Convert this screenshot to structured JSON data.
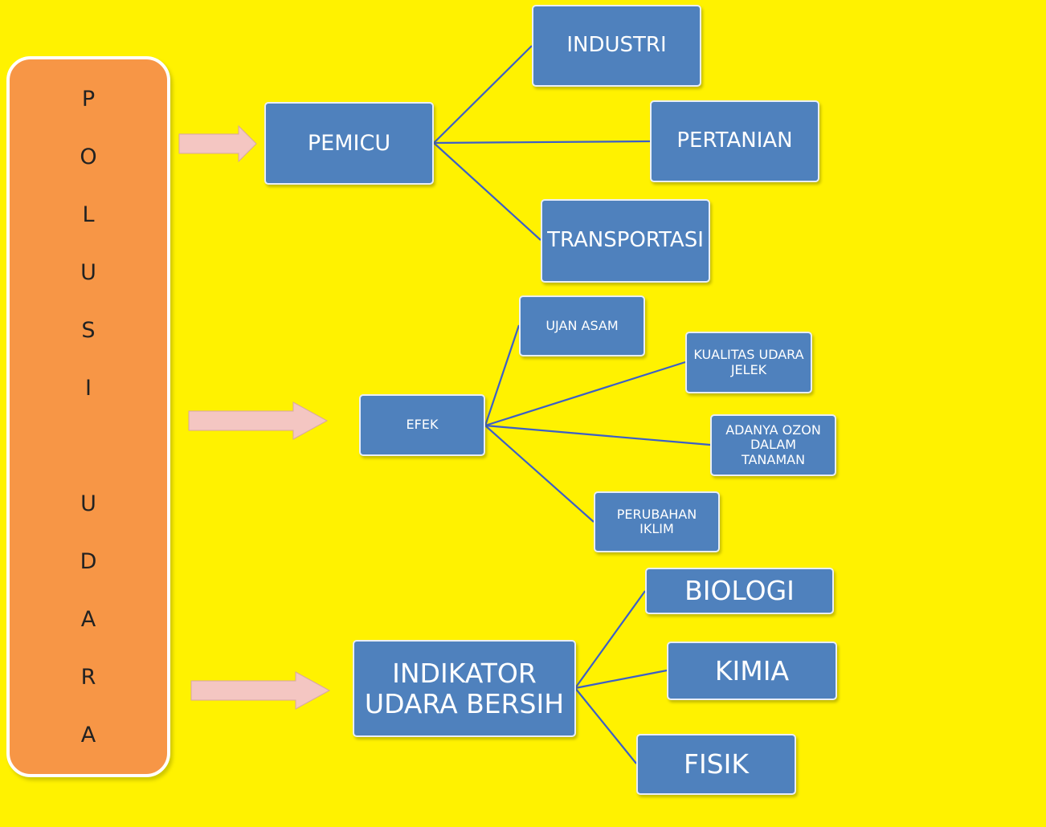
{
  "colors": {
    "background": "#FFF200",
    "side_panel": "#F79646",
    "node_fill": "#4F81BD",
    "connector": "#3C5FC7",
    "arrow_fill": "#F4C6C2"
  },
  "side_panel": {
    "letters": [
      "P",
      "O",
      "L",
      "U",
      "S",
      "I",
      "",
      "U",
      "D",
      "A",
      "R",
      "A"
    ]
  },
  "nodes": {
    "pemicu": "PEMICU",
    "industri": "INDUSTRI",
    "pertanian": "PERTANIAN",
    "transportasi": "TRANSPORTASI",
    "efek": "EFEK",
    "ujan_asam": "UJAN ASAM",
    "kualitas_udara_line1": "KUALITAS UDARA",
    "kualitas_udara_line2": "JELEK",
    "ozon_line1": "ADANYA OZON",
    "ozon_line2": "DALAM",
    "ozon_line3": "TANAMAN",
    "iklim_line1": "PERUBAHAN",
    "iklim_line2": "IKLIM",
    "indikator_line1": "INDIKATOR",
    "indikator_line2": "UDARA BERSIH",
    "biologi": "BIOLOGI",
    "kimia": "KIMIA",
    "fisik": "FISIK"
  }
}
